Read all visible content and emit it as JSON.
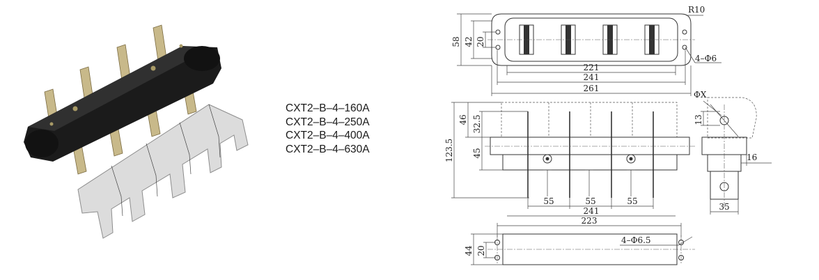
{
  "models": [
    "CXT2–B–4–160A",
    "CXT2–B–4–250A",
    "CXT2–B–4–400A",
    "CXT2–B–4–630A"
  ],
  "top_view": {
    "r": "R10",
    "hole": "4–Φ6",
    "d58": "58",
    "d42": "42",
    "d20": "20",
    "d221": "221",
    "d241": "241",
    "d261": "261"
  },
  "front_view": {
    "d46": "46",
    "d32_5": "32.5",
    "d45": "45",
    "d123_5": "123.5",
    "d55a": "55",
    "d55b": "55",
    "d55c": "55",
    "d241": "241"
  },
  "side_view": {
    "phi_x": "ΦX",
    "d13": "13",
    "d16": "16",
    "d35": "35"
  },
  "bottom_view": {
    "d223": "223",
    "hole": "4–Φ6.5",
    "d44": "44",
    "d20": "20"
  }
}
